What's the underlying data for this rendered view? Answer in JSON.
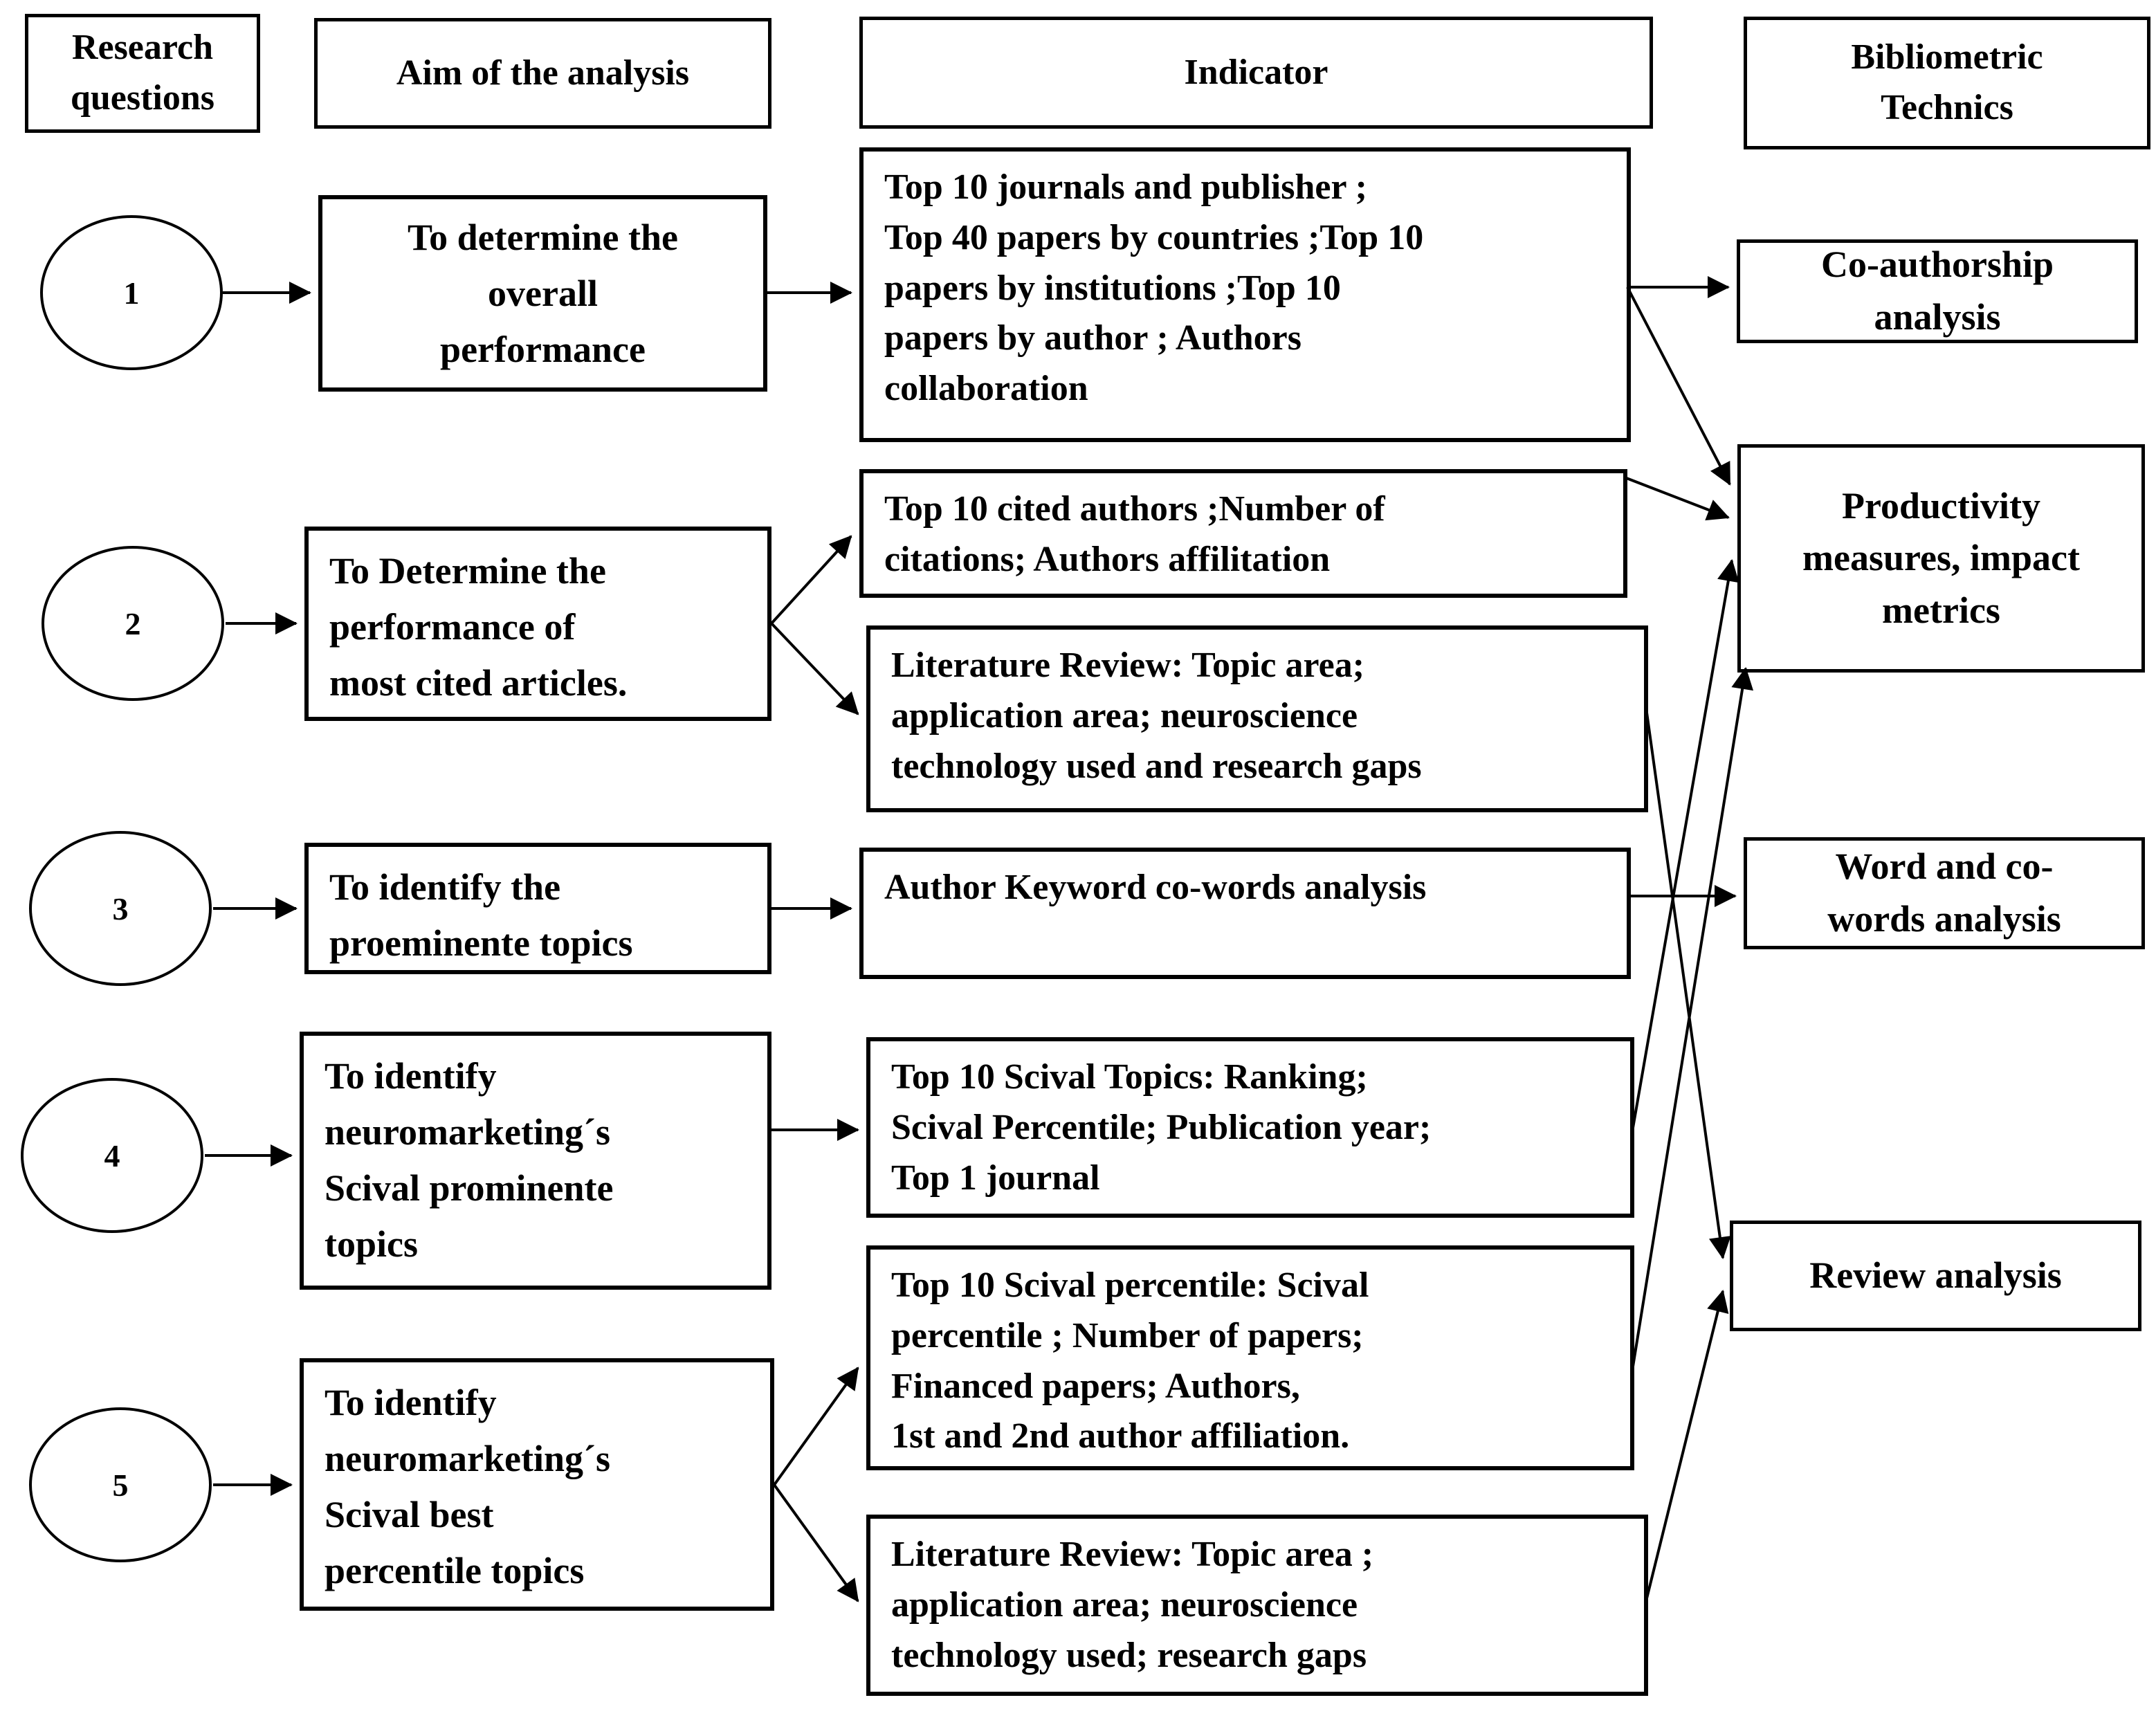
{
  "headers": {
    "research_questions": "Research\nquestions",
    "aim": "Aim of the analysis",
    "indicator": "Indicator",
    "technics": "Bibliometric\nTechnics"
  },
  "questions": [
    {
      "number": "1",
      "aim": "To determine the\noverall\nperformance"
    },
    {
      "number": "2",
      "aim": "To Determine the\nperformance of\nmost cited articles."
    },
    {
      "number": "3",
      "aim": "To identify the\nproeminente topics"
    },
    {
      "number": "4",
      "aim": "To identify\nneuromarketing´s\nScival prominente\ntopics"
    },
    {
      "number": "5",
      "aim": "To identify\nneuromarketing´s\nScival best\npercentile topics"
    }
  ],
  "indicators": {
    "overall_performance": "Top 10 journals and publisher ;\nTop 40 papers by countries ;Top 10\npapers by institutions ;Top 10\npapers by author ; Authors\ncollaboration",
    "cited_authors": "Top 10 cited authors ;Number of\ncitations; Authors affilitation",
    "literature_review_cited": "Literature Review:  Topic area;\napplication area; neuroscience\ntechnology used and research gaps",
    "keyword_cowords": "Author Keyword co-words analysis",
    "scival_topics": "Top 10 Scival Topics:  Ranking;\nScival Percentile; Publication year;\nTop 1 journal",
    "scival_percentile": "Top 10 Scival percentile:  Scival\npercentile ; Number of papers;\nFinanced papers; Authors,\n1st and 2nd author affiliation.",
    "literature_review_percentile": "Literature Review: Topic area ;\napplication area; neuroscience\ntechnology used; research gaps"
  },
  "technics": {
    "coauthorship": "Co-authorship\nanalysis",
    "productivity": "Productivity\nmeasures, impact\nmetrics",
    "words": "Word and co-\nwords analysis",
    "review": "Review analysis"
  },
  "connections": [
    {
      "from": "question-1",
      "to": "aim-1"
    },
    {
      "from": "aim-1",
      "to": "indicator-overall-performance"
    },
    {
      "from": "indicator-overall-performance",
      "to": "technic-coauthorship"
    },
    {
      "from": "indicator-overall-performance",
      "to": "technic-productivity"
    },
    {
      "from": "question-2",
      "to": "aim-2"
    },
    {
      "from": "aim-2",
      "to": "indicator-cited-authors"
    },
    {
      "from": "aim-2",
      "to": "indicator-literature-review-cited"
    },
    {
      "from": "indicator-cited-authors",
      "to": "technic-productivity"
    },
    {
      "from": "indicator-literature-review-cited",
      "to": "technic-review"
    },
    {
      "from": "question-3",
      "to": "aim-3"
    },
    {
      "from": "aim-3",
      "to": "indicator-keyword-cowords"
    },
    {
      "from": "indicator-keyword-cowords",
      "to": "technic-words"
    },
    {
      "from": "question-4",
      "to": "aim-4"
    },
    {
      "from": "aim-4",
      "to": "indicator-scival-topics"
    },
    {
      "from": "indicator-scival-topics",
      "to": "technic-productivity"
    },
    {
      "from": "question-5",
      "to": "aim-5"
    },
    {
      "from": "aim-5",
      "to": "indicator-scival-percentile"
    },
    {
      "from": "aim-5",
      "to": "indicator-literature-review-percentile"
    },
    {
      "from": "indicator-scival-percentile",
      "to": "technic-productivity"
    },
    {
      "from": "indicator-literature-review-percentile",
      "to": "technic-review"
    }
  ],
  "colors": {
    "line": "#000000",
    "background": "#ffffff",
    "text": "#000000"
  }
}
